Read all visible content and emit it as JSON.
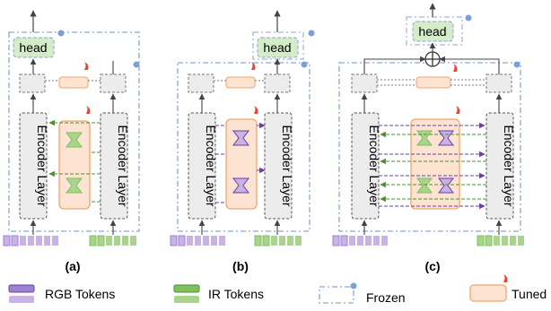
{
  "panels": [
    {
      "id": "a",
      "caption": "(a)",
      "head_label": "head",
      "encoder_label": "Encoder Layer"
    },
    {
      "id": "b",
      "caption": "(b)",
      "head_label": "head",
      "encoder_label": "Encoder Layer"
    },
    {
      "id": "c",
      "caption": "(c)",
      "head_label": "head",
      "encoder_label": "Encoder Layer"
    }
  ],
  "legend": {
    "rgb_tokens": "RGB Tokens",
    "ir_tokens": "IR Tokens",
    "frozen": "Frozen",
    "tuned": "Tuned"
  },
  "colors": {
    "head_fill": "#d5ecc8",
    "tuned_fill": "#fde3d2",
    "tuned_stroke": "#f2a46e",
    "frozen_stroke": "#8aa6d0",
    "encoder_fill": "#ececec",
    "rgb_token": "#c8b2e6",
    "rgb_token_dark": "#9d82d1",
    "ir_token": "#a9d48c",
    "ir_token_dark": "#7fbf5d",
    "purple_arrow": "#6a3fa0",
    "green_arrow": "#4f8f2f",
    "flame": "#e8443a",
    "snowflake": "#7b9fd8"
  }
}
